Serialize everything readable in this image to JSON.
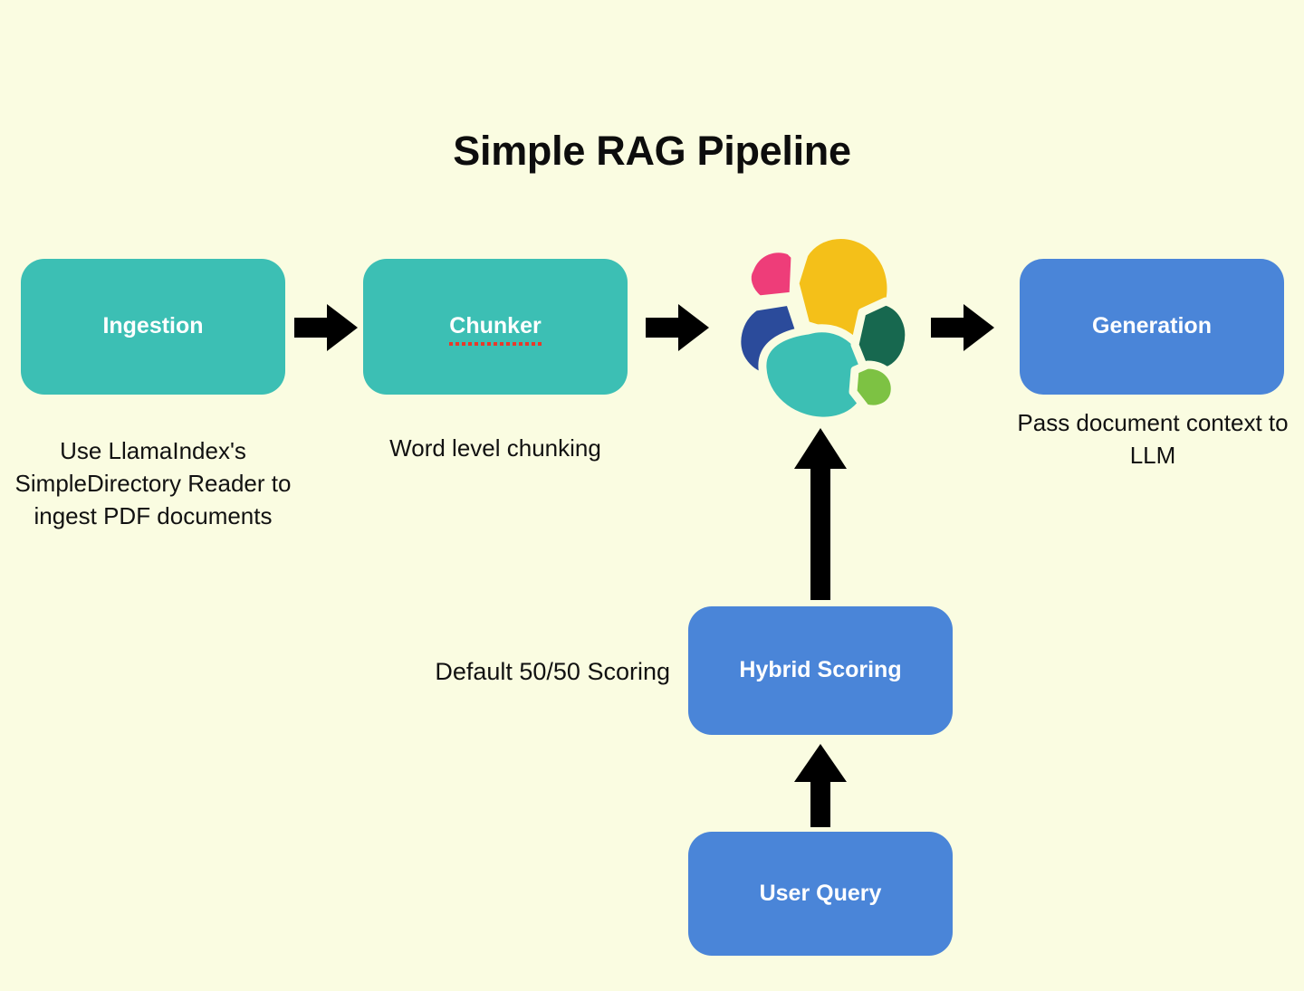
{
  "diagram": {
    "title": "Simple RAG Pipeline",
    "background_color": "#fafce1"
  },
  "nodes": [
    {
      "id": "ingestion",
      "label": "Ingestion",
      "color": "#3cbfb4",
      "caption": "Use LlamaIndex's SimpleDirectory Reader to ingest PDF documents"
    },
    {
      "id": "chunker",
      "label": "Chunker",
      "color": "#3cbfb4",
      "caption": "Word level chunking",
      "spellcheck_underline": true,
      "spellcheck_color": "#e8392a"
    },
    {
      "id": "datastore",
      "label": "elasticsearch-logo",
      "caption": ""
    },
    {
      "id": "generation",
      "label": "Generation",
      "color": "#4a85d8",
      "caption": "Pass document context to LLM"
    },
    {
      "id": "hybrid-scoring",
      "label": "Hybrid Scoring",
      "color": "#4a85d8",
      "caption": "Default 50/50 Scoring"
    },
    {
      "id": "user-query",
      "label": "User Query",
      "color": "#4a85d8",
      "caption": ""
    }
  ],
  "arrows": [
    {
      "id": "ingestion-to-chunker",
      "direction": "right",
      "color": "#000000"
    },
    {
      "id": "chunker-to-datastore",
      "direction": "right",
      "color": "#000000"
    },
    {
      "id": "datastore-to-generation",
      "direction": "right",
      "color": "#000000"
    },
    {
      "id": "hybrid-to-datastore",
      "direction": "up",
      "color": "#000000"
    },
    {
      "id": "query-to-hybrid",
      "direction": "up",
      "color": "#000000"
    }
  ],
  "logo": {
    "name": "elasticsearch-logo",
    "petals": [
      {
        "name": "pink-petal",
        "color": "#ee3d79"
      },
      {
        "name": "yellow-petal",
        "color": "#f4c019"
      },
      {
        "name": "dark-blue-petal",
        "color": "#2b4b9b"
      },
      {
        "name": "teal-petal",
        "color": "#3cbfb4"
      },
      {
        "name": "dark-green-petal",
        "color": "#17684f"
      },
      {
        "name": "light-green-petal",
        "color": "#7dc243"
      }
    ]
  }
}
